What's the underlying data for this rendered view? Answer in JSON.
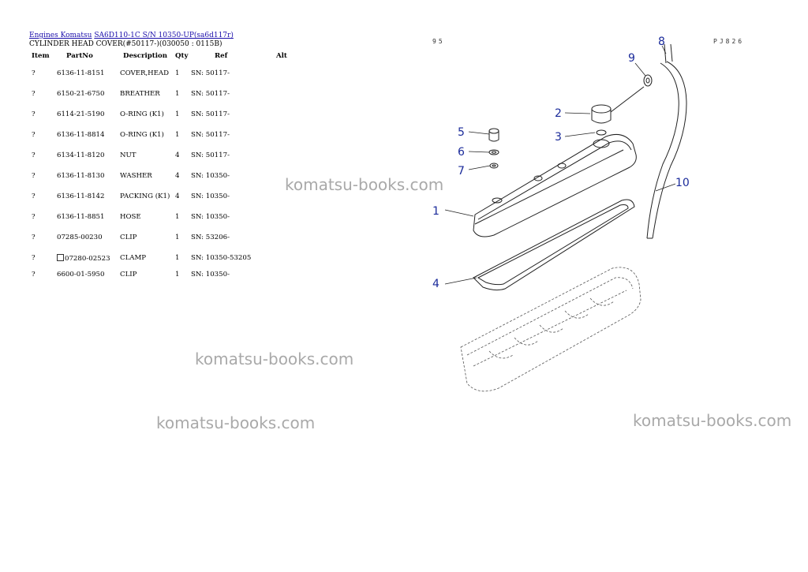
{
  "breadcrumb": {
    "link1": "Engines Komatsu",
    "link2": "SA6D110-1C S/N 10350-UP(sa6d117r)"
  },
  "subtitle": "CYLINDER HEAD COVER(#50117-)(030050 : 0115B)",
  "table": {
    "headers": {
      "item": "Item",
      "partno": "PartNo",
      "description": "Description",
      "qty": "Qty",
      "ref": "Ref",
      "alt": "Alt"
    },
    "rows": [
      {
        "item": "?",
        "partno": "6136-11-8151",
        "description": "COVER,HEAD",
        "qty": "1",
        "ref": "SN: 50117-",
        "alt": ""
      },
      {
        "item": "?",
        "partno": "6150-21-6750",
        "description": "BREATHER",
        "qty": "1",
        "ref": "SN: 50117-",
        "alt": ""
      },
      {
        "item": "?",
        "partno": "6114-21-5190",
        "description": "O-RING (K1)",
        "qty": "1",
        "ref": "SN: 50117-",
        "alt": ""
      },
      {
        "item": "?",
        "partno": "6136-11-8814",
        "description": "O-RING (K1)",
        "qty": "1",
        "ref": "SN: 50117-",
        "alt": ""
      },
      {
        "item": "?",
        "partno": "6134-11-8120",
        "description": "NUT",
        "qty": "4",
        "ref": "SN: 50117-",
        "alt": ""
      },
      {
        "item": "?",
        "partno": "6136-11-8130",
        "description": "WASHER",
        "qty": "4",
        "ref": "SN: 10350-",
        "alt": ""
      },
      {
        "item": "?",
        "partno": "6136-11-8142",
        "description": "PACKING (K1)",
        "qty": "4",
        "ref": "SN: 10350-",
        "alt": ""
      },
      {
        "item": "?",
        "partno": "6136-11-8851",
        "description": "HOSE",
        "qty": "1",
        "ref": "SN: 10350-",
        "alt": ""
      },
      {
        "item": "?",
        "partno": "07285-00230",
        "description": "CLIP",
        "qty": "1",
        "ref": "SN: 53206-",
        "alt": ""
      },
      {
        "item": "?",
        "partno": "07280-02523",
        "description": "CLAMP",
        "qty": "1",
        "ref": "SN: 10350-53205",
        "alt": ""
      },
      {
        "item": "?",
        "partno": "6600-01-5950",
        "description": "CLIP",
        "qty": "1",
        "ref": "SN: 10350-",
        "alt": ""
      }
    ]
  },
  "watermarks": [
    "komatsu-books.com",
    "komatsu-books.com",
    "komatsu-books.com",
    "komatsu-books.com"
  ],
  "diagram": {
    "page_code_left": "95",
    "page_code_right": "PJ826",
    "callouts": [
      "1",
      "2",
      "3",
      "4",
      "5",
      "6",
      "7",
      "8",
      "9",
      "10"
    ]
  }
}
